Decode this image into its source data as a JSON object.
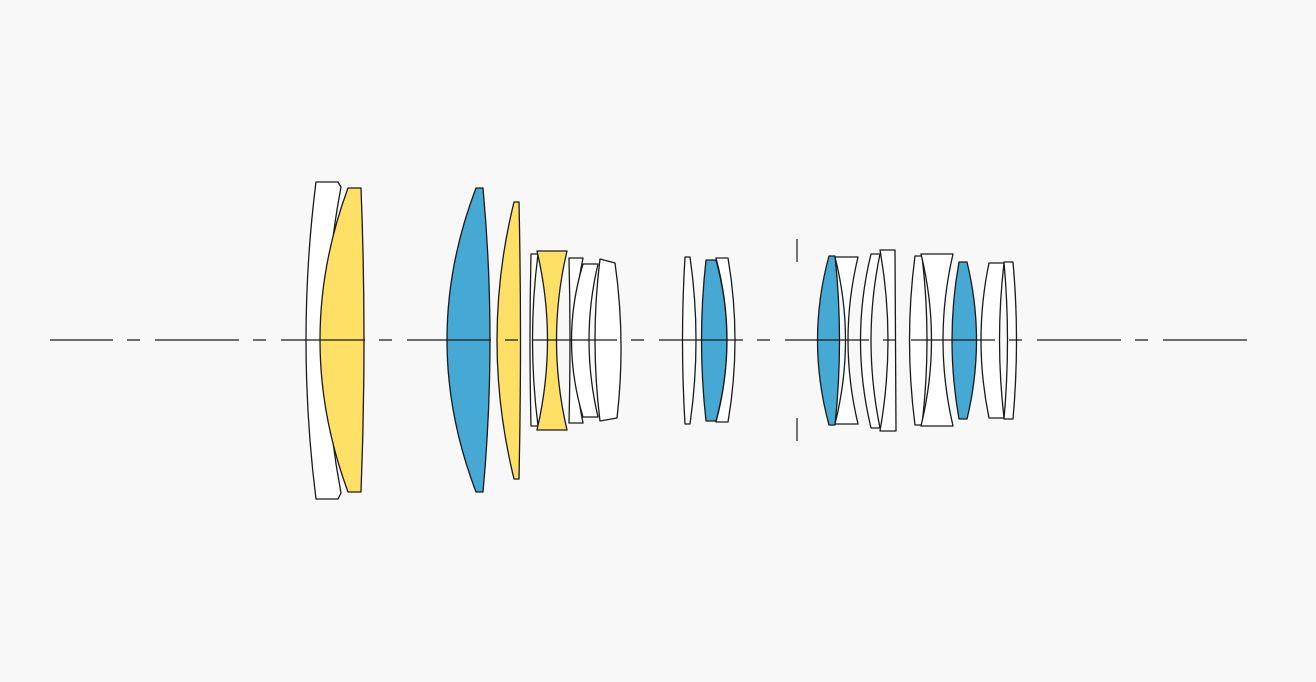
{
  "diagram": {
    "type": "lens-construction",
    "colors": {
      "background": "#f8f8f8",
      "outline": "#1a1a1a",
      "yellow": "#ffe066",
      "blue": "#45a9d4",
      "white": "#ffffff"
    },
    "elements": [
      {
        "fill": "white"
      },
      {
        "fill": "yellow"
      },
      {
        "fill": "blue"
      },
      {
        "fill": "yellow"
      },
      {
        "fill": "white"
      },
      {
        "fill": "yellow"
      },
      {
        "fill": "white"
      },
      {
        "fill": "white"
      },
      {
        "fill": "white"
      },
      {
        "fill": "white"
      },
      {
        "fill": "blue"
      },
      {
        "fill": "white"
      },
      {
        "fill": "blue"
      },
      {
        "fill": "white"
      },
      {
        "fill": "white"
      },
      {
        "fill": "white"
      },
      {
        "fill": "white"
      },
      {
        "fill": "white"
      },
      {
        "fill": "blue"
      },
      {
        "fill": "white"
      },
      {
        "fill": "white"
      }
    ]
  }
}
